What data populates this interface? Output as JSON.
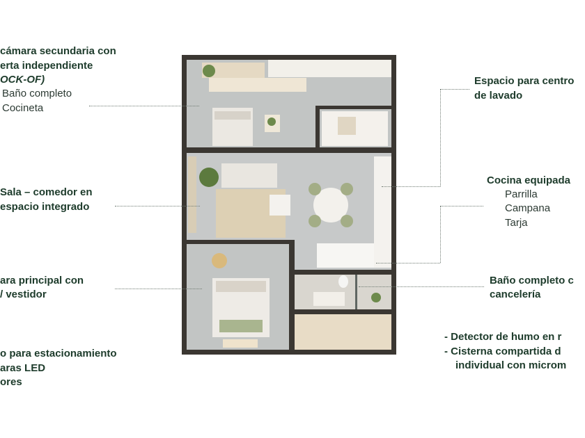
{
  "left": {
    "a": {
      "l1": "cámara secundaria con",
      "l2": "erta independiente",
      "l3": "OCK-OF)",
      "i1": "Baño completo",
      "i2": "Cocineta"
    },
    "b": {
      "l1": "Sala – comedor en",
      "l2": "espacio integrado"
    },
    "c": {
      "l1": "ara principal con",
      "l2": "/ vestidor"
    },
    "d": {
      "l1": "o para estacionamiento",
      "l2": "aras LED",
      "l3": "ores"
    }
  },
  "right": {
    "a": {
      "l1": "Espacio para centro",
      "l2": "de lavado"
    },
    "b": {
      "l1": "Cocina equipada",
      "i1": "Parrilla",
      "i2": "Campana",
      "i3": "Tarja"
    },
    "c": {
      "l1": "Baño completo c",
      "l2": "cancelería"
    },
    "d": {
      "l1": "- Detector de humo en r",
      "l2": "- Cisterna compartida d",
      "l3": "individual con microm"
    }
  },
  "colors": {
    "accent": "#1d3b2b",
    "wall": "#3b3732",
    "floor": "#b8bcbd",
    "wood": "#e8dcc6"
  }
}
